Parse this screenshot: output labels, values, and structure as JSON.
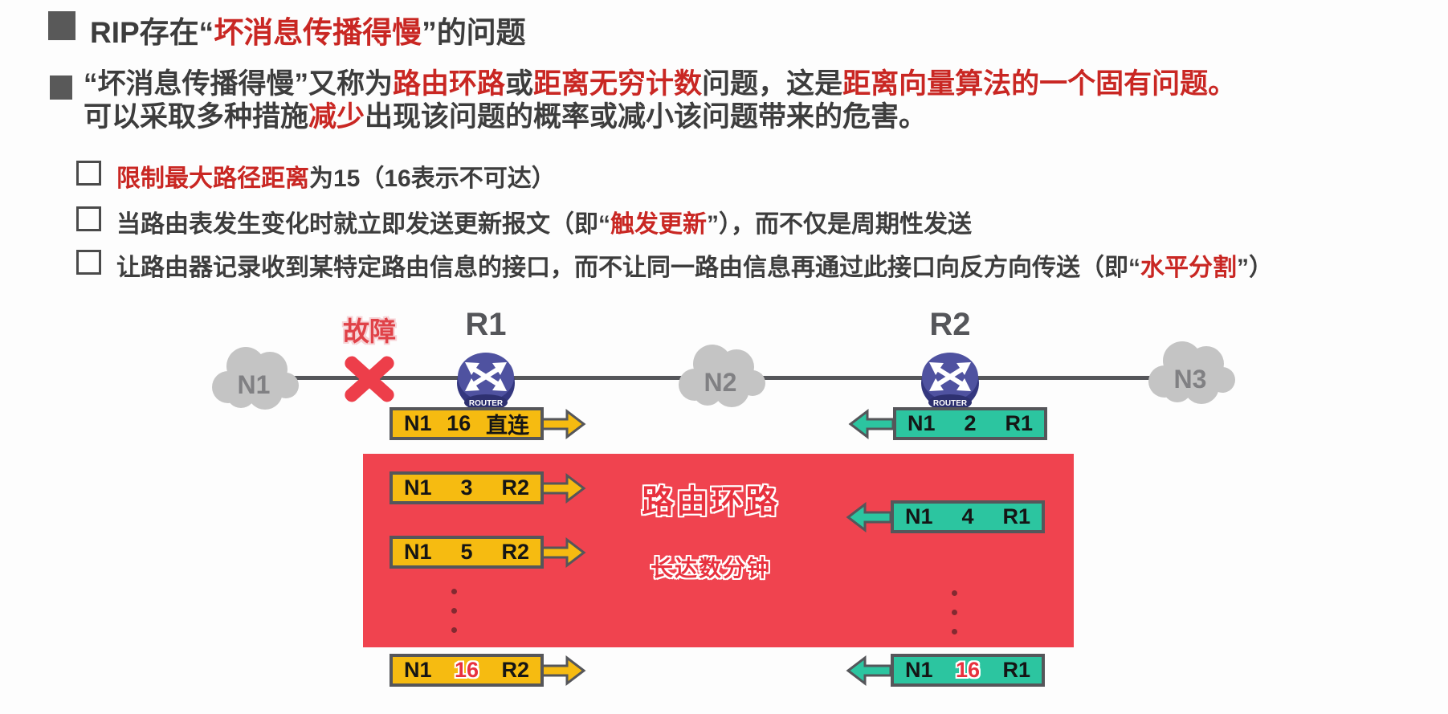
{
  "colors": {
    "accent_red": "#c92723",
    "text_dark": "#3d3d3d",
    "box_yellow": "#f6bb11",
    "box_teal": "#2cc5a0",
    "loop_panel_red": "#f0434f",
    "cloud_gray": "#c4c4c4",
    "router_blue": "#4f52a0",
    "line_gray": "#55565a",
    "fault_x_red": "#ed3e4a"
  },
  "bullets": {
    "b1": {
      "s0": "RIP存在“",
      "s1": "坏消息传播得慢",
      "s2": "”的问题"
    },
    "b2l1": {
      "s0": "“坏消息传播得慢”又称为",
      "s1": "路由环路",
      "s2": "或",
      "s3": "距离无穷计数",
      "s4": "问题，这是",
      "s5": "距离向量算法的一个固有问题。"
    },
    "b2l2": {
      "s0": "可以采取多种措施",
      "s1": "减少",
      "s2": "出现该问题的概率或减小该问题带来的危害。"
    }
  },
  "checklist": {
    "c1": {
      "s0": "限制最大路径距离",
      "s1": "为15（16表示不可达）"
    },
    "c2": {
      "s0": "当路由表发生变化时就立即发送更新报文（即“",
      "s1": "触发更新",
      "s2": "”），而不仅是周期性发送"
    },
    "c3": {
      "s0": "让路由器记录收到某特定路由信息的接口，而不让同一路由信息再通过此接口向反方向传送（即“",
      "s1": "水平分割",
      "s2": "”）"
    }
  },
  "diagram": {
    "fault_label": "故障",
    "router_caption": "ROUTER",
    "clouds": {
      "n1": "N1",
      "n2": "N2",
      "n3": "N3"
    },
    "routers": {
      "r1": "R1",
      "r2": "R2"
    },
    "loop": {
      "title": "路由环路",
      "subtitle": "长达数分钟"
    },
    "messages": {
      "r1_initial": {
        "net": "N1",
        "metric": "16",
        "via": "直连"
      },
      "r2_initial": {
        "net": "N1",
        "metric": "2",
        "via": "R1"
      },
      "r1_loop1": {
        "net": "N1",
        "metric": "3",
        "via": "R2"
      },
      "r2_loop1": {
        "net": "N1",
        "metric": "4",
        "via": "R1"
      },
      "r1_loop2": {
        "net": "N1",
        "metric": "5",
        "via": "R2"
      },
      "r1_final": {
        "net": "N1",
        "metric": "16",
        "via": "R2"
      },
      "r2_final": {
        "net": "N1",
        "metric": "16",
        "via": "R1"
      }
    }
  }
}
